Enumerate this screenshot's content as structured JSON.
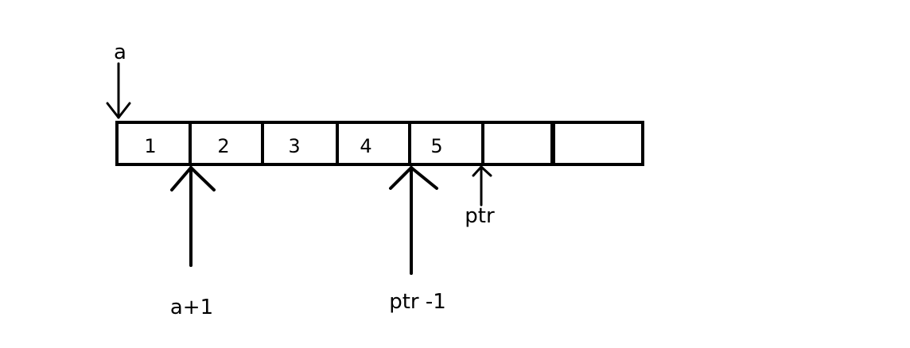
{
  "array": {
    "cells": [
      "1",
      "2",
      "3",
      "4",
      "5",
      "",
      ""
    ]
  },
  "pointers": {
    "a": "a",
    "a_plus_1": "a+1",
    "ptr_minus_1": "ptr -1",
    "ptr": "ptr"
  },
  "colors": {
    "stroke": "#000000",
    "background": "#ffffff"
  }
}
